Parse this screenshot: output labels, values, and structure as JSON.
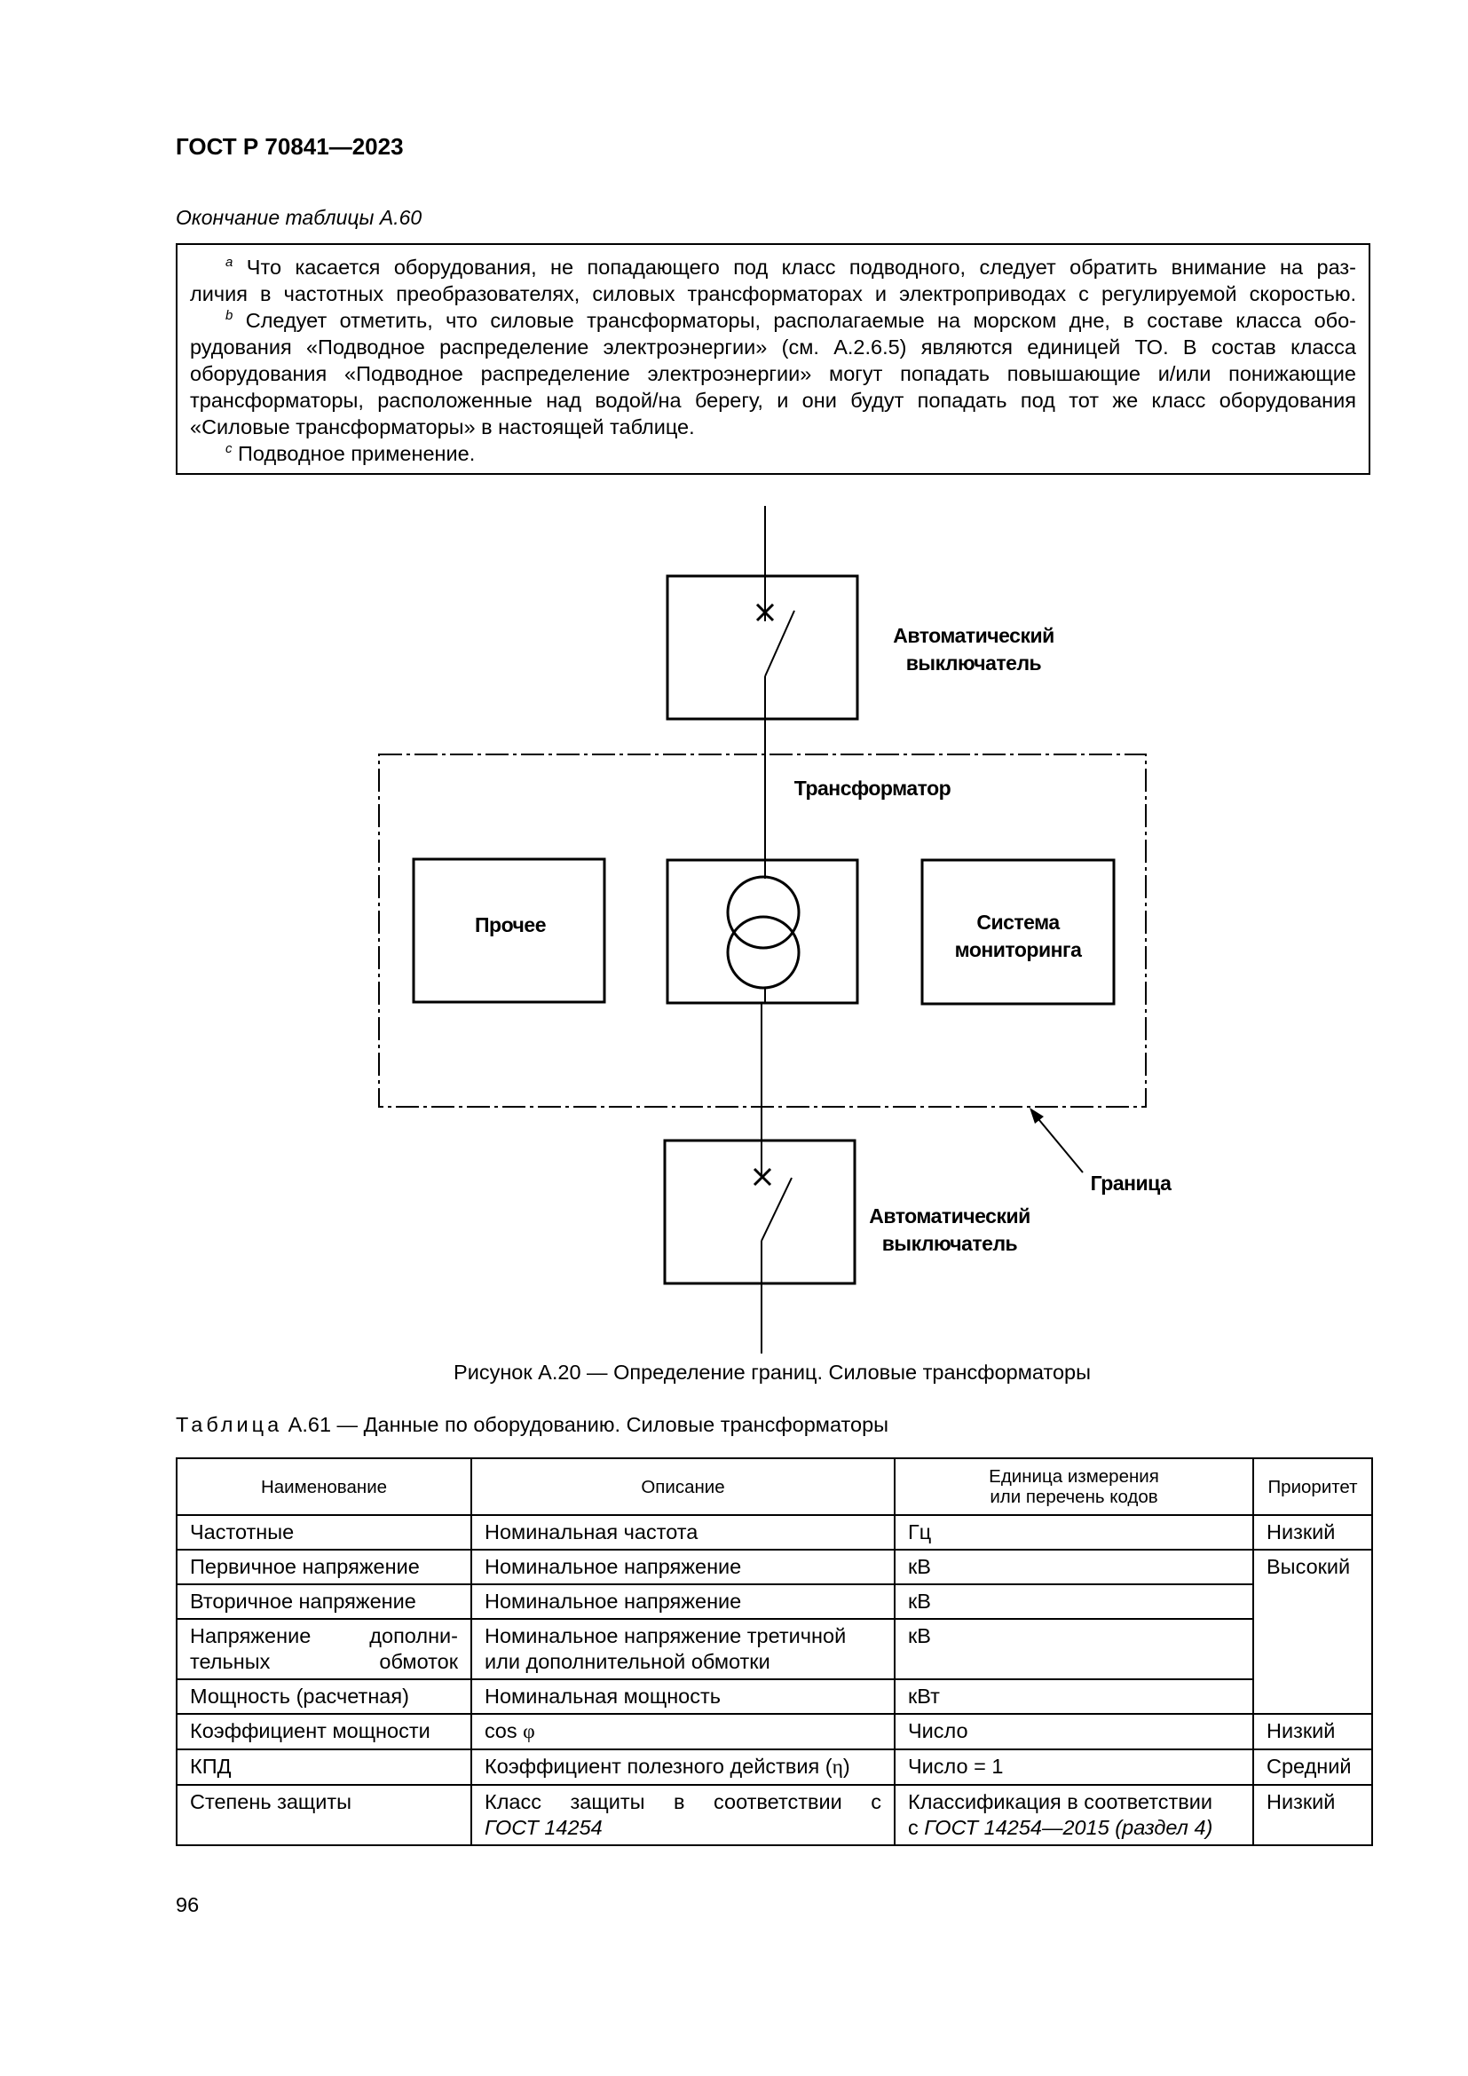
{
  "header": {
    "doc_code": "ГОСТ Р 70841—2023"
  },
  "notes": {
    "caption": "Окончание таблицы А.60",
    "a_mark": "a",
    "a_line1": "Что касается оборудования, не попадающего под класс подводного, следует обратить внимание на раз-",
    "a_line2": "личия в частотных преобразователях, силовых трансформаторах и электроприводах с регулируемой скоростью.",
    "b_mark": "b",
    "b_line1": "Следует отметить, что силовые трансформаторы, располагаемые на морском дне, в составе класса обо-",
    "b_line2": "рудования «Подводное распределение электроэнергии» (см. А.2.6.5) являются единицей ТО. В состав класса",
    "b_line3": "оборудования «Подводное распределение электроэнергии» могут попадать повышающие и/или понижающие",
    "b_line4": "трансформаторы, расположенные над водой/на берегу, и они будут попадать под тот же класс оборудования",
    "b_line5": "«Силовые трансформаторы» в настоящей таблице.",
    "c_mark": "c",
    "c_line1": "Подводное применение."
  },
  "diagram": {
    "breaker_top_l1": "Автоматический",
    "breaker_top_l2": "выключатель",
    "transformer_label": "Трансформатор",
    "other_label": "Прочее",
    "monitoring_l1": "Система",
    "monitoring_l2": "мониторинга",
    "boundary_label": "Граница",
    "breaker_bottom_l1": "Автоматический",
    "breaker_bottom_l2": "выключатель"
  },
  "figure_caption": "Рисунок А.20 — Определение границ. Силовые трансформаторы",
  "table": {
    "caption_word": "Таблица",
    "caption_rest": " А.61 — Данные по оборудованию. Силовые трансформаторы",
    "headers": {
      "name": "Наименование",
      "desc": "Описание",
      "unit_l1": "Единица измерения",
      "unit_l2": "или перечень кодов",
      "priority": "Приоритет"
    },
    "rows": [
      {
        "name": "Частотные",
        "desc": "Номинальная частота",
        "unit": "Гц",
        "priority": "Низкий"
      },
      {
        "name": "Первичное напряжение",
        "desc": "Номинальное напряжение",
        "unit": "кВ",
        "priority": "Высокий"
      },
      {
        "name": "Вторичное напряжение",
        "desc": "Номинальное напряжение",
        "unit": "кВ"
      },
      {
        "name_l1": "Напряжение дополни-",
        "name_l2": "тельных обмоток",
        "desc_l1": "Номинальное напряжение третичной",
        "desc_l2": "или дополнительной обмотки",
        "unit": "кВ"
      },
      {
        "name": "Мощность (расчетная)",
        "desc": "Номинальная мощность",
        "unit": "кВт"
      },
      {
        "name": "Коэффициент мощности",
        "desc_prefix": "cos ",
        "desc_sym": "φ",
        "unit": "Число",
        "priority": "Низкий"
      },
      {
        "name": "КПД",
        "desc_prefix": "Коэффициент полезного действия (",
        "desc_sym": "η",
        "desc_suffix": ")",
        "unit": "Число = 1",
        "priority": "Средний"
      },
      {
        "name": "Степень защиты",
        "desc_l1": "Класс защиты в соответствии с",
        "desc_l2": "ГОСТ 14254",
        "unit_l1": "Классификация в соответствии",
        "unit_l2_prefix": "с ",
        "unit_l2_italic": "ГОСТ 14254—2015 (раздел 4)",
        "priority": "Низкий"
      }
    ]
  },
  "page_number": "96"
}
